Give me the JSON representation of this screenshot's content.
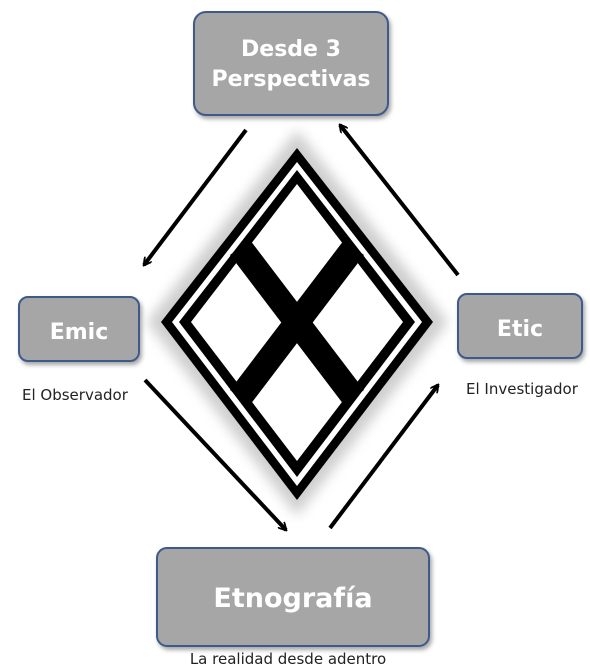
{
  "nodes": {
    "top": {
      "label_line1": "Desde 3",
      "label_line2": "Perspectivas"
    },
    "left": {
      "label": "Emic",
      "caption": "El Observador"
    },
    "right": {
      "label": "Etic",
      "caption": "El Investigador"
    },
    "bottom": {
      "label": "Etnografía",
      "caption": "La realidad desde adentro"
    }
  },
  "colors": {
    "box_fill": "#a6a6a6",
    "box_border": "#3d5a8a",
    "emblem_black": "#000000",
    "emblem_glow": "#c8c8c8",
    "arrow": "#000000"
  },
  "icons": [
    "diamond-cross-emblem"
  ]
}
